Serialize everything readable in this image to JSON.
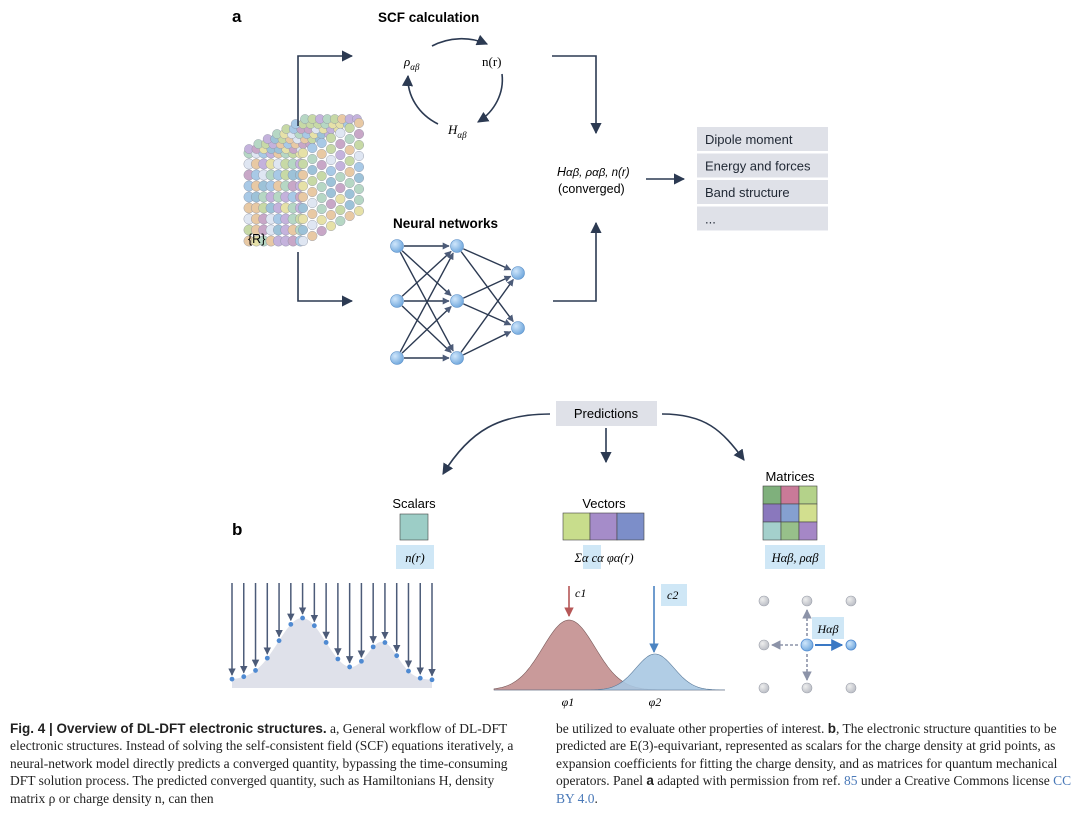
{
  "panel_a": {
    "label": "a",
    "scf_title": "SCF calculation",
    "rho": "ρ",
    "rho_sub": "αβ",
    "n_r": "n(r)",
    "H": "H",
    "H_sub": "αβ",
    "structure_label": "{R}",
    "nn_title": "Neural networks",
    "converged_line1": "H",
    "converged_line1_rest": "αβ, ραβ, n(r)",
    "converged_line2": "(converged)",
    "properties": [
      "Dipole moment",
      "Energy and forces",
      "Band structure",
      "..."
    ]
  },
  "panel_b": {
    "label": "b",
    "predictions": "Predictions",
    "scalars": "Scalars",
    "scalars_formula": "n(r)",
    "vectors": "Vectors",
    "vectors_formula": "Σα cα φα(r)",
    "matrices": "Matrices",
    "matrices_formula": "Hαβ, ραβ",
    "c1": "c1",
    "c2": "c2",
    "phi1": "φ1",
    "phi2": "φ2",
    "h_label": "Hαβ",
    "colors": {
      "scalar_box": "#9ccdc6",
      "vector_boxes": [
        "#c8dd8c",
        "#a58cc9",
        "#7c8ec9"
      ],
      "matrix_cells": [
        "#7fb07c",
        "#c97a98",
        "#b4d28a",
        "#8a78bd",
        "#85a0d0",
        "#d2df8f",
        "#a4d0cc",
        "#97c08a",
        "#a587c6"
      ],
      "formula_bg": "#cfe7f6",
      "peak1": "#c99a9a",
      "peak2": "#a9c8e2"
    }
  },
  "caption": {
    "fig_label": "Fig. 4 | Overview of DL-DFT electronic structures.",
    "col1": "a, General workflow of DL-DFT electronic structures. Instead of solving the self-consistent field (SCF) equations iteratively, a neural-network model directly predicts a converged quantity, bypassing the time-consuming DFT solution process. The predicted converged quantity, such as Hamiltonians H, density matrix ρ or charge density n, can then",
    "col2_a": "be utilized to evaluate other properties of interest. ",
    "col2_b_label": "b",
    "col2_b": ", The electronic structure quantities to be predicted are E(3)-equivariant, represented as scalars for the charge density at grid points, as expansion coefficients for fitting the charge density, and as matrices for quantum mechanical operators. Panel ",
    "col2_c_label": "a",
    "col2_c": " adapted with permission from ref. ",
    "ref_num": "85",
    "col2_d": " under a Creative Commons license ",
    "license": "CC BY 4.0",
    "col2_end": "."
  }
}
